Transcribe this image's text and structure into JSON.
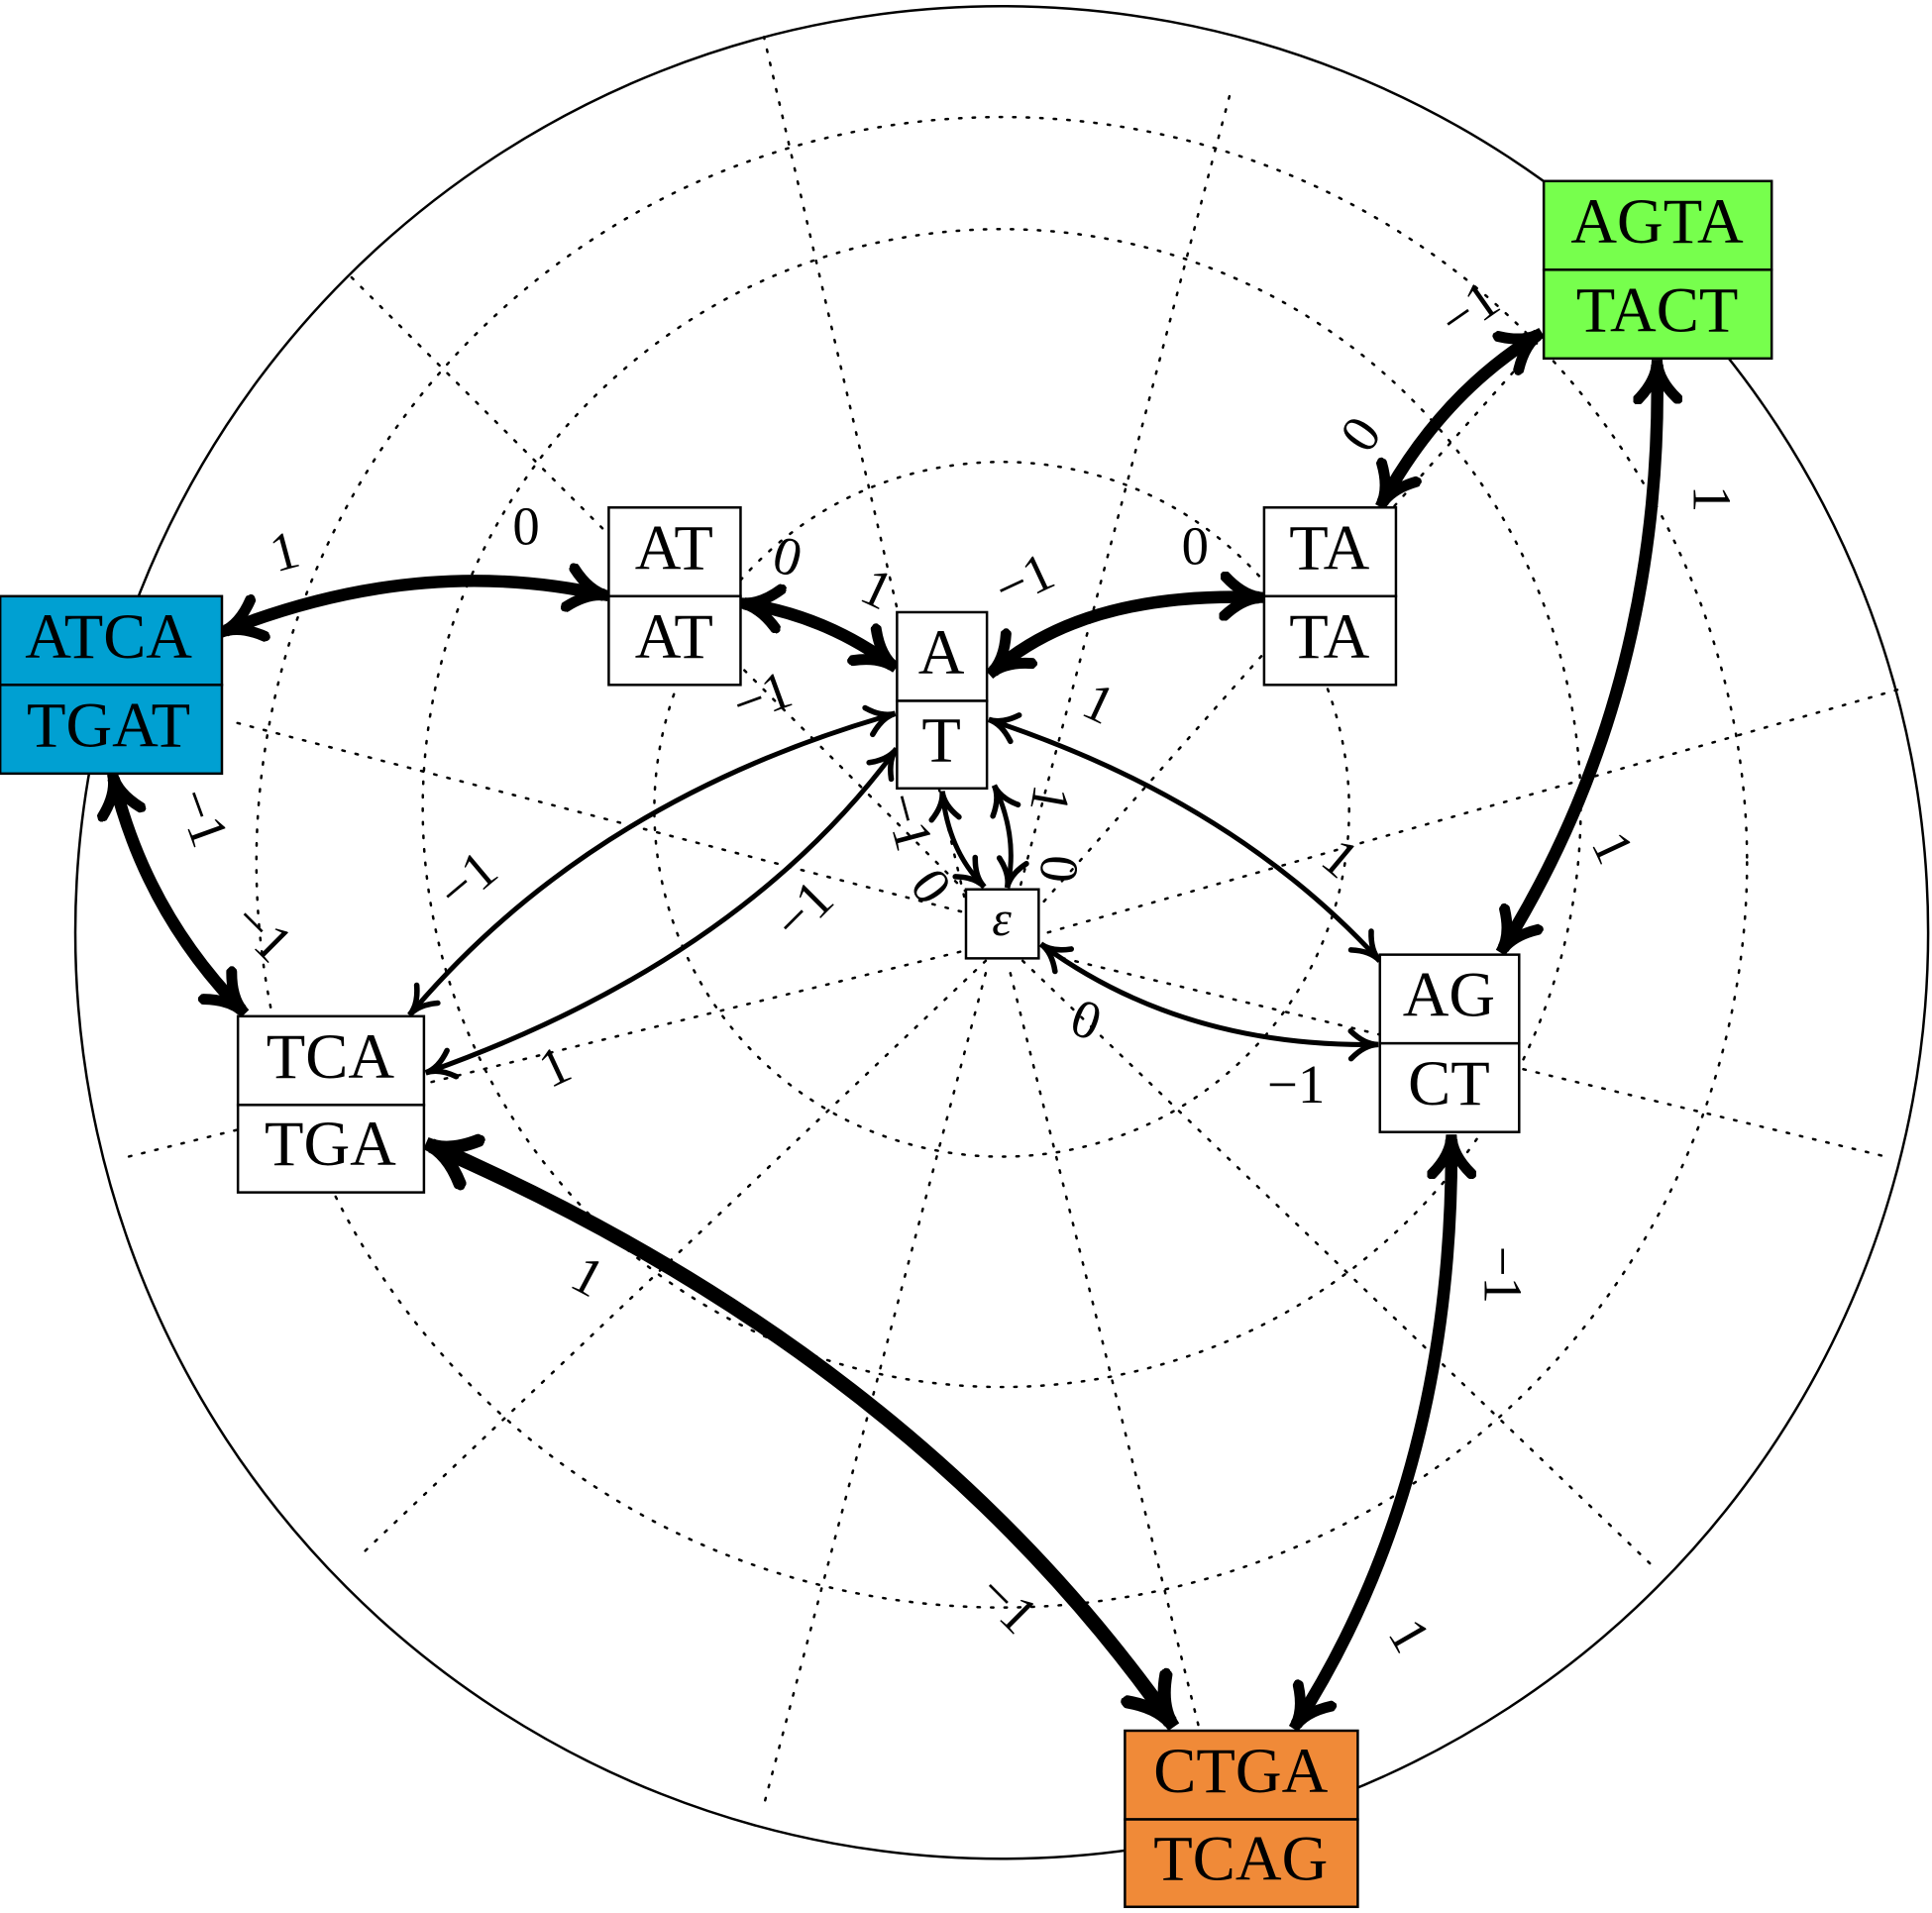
{
  "nodes": {
    "atca": {
      "top": "ATCA",
      "bottom": "TGAT",
      "fill": "#00a0d2"
    },
    "at": {
      "top": "AT",
      "bottom": "AT",
      "fill": "#ffffff"
    },
    "a": {
      "top": "A",
      "bottom": "T",
      "fill": "#ffffff"
    },
    "ta": {
      "top": "TA",
      "bottom": "TA",
      "fill": "#ffffff"
    },
    "agta": {
      "top": "AGTA",
      "bottom": "TACT",
      "fill": "#77ff4d"
    },
    "eps": {
      "label": "ε",
      "fill": "#ffffff"
    },
    "tca": {
      "top": "TCA",
      "bottom": "TGA",
      "fill": "#ffffff"
    },
    "ag": {
      "top": "AG",
      "bottom": "CT",
      "fill": "#ffffff"
    },
    "ctga": {
      "top": "CTGA",
      "bottom": "TCAG",
      "fill": "#f08a38"
    }
  },
  "edge_labels": {
    "atca_at_1": "1",
    "atca_at_2": "0",
    "at_a_1": "0",
    "at_a_2": "1",
    "a_ta_1": "−1",
    "a_ta_2": "0",
    "ta_agta_1": "0",
    "ta_agta_2": "−1",
    "agta_ag_1": "1",
    "agta_ag_2": "1",
    "atca_tca_1": "−1",
    "atca_tca_2": "−1",
    "tca_ctga_1": "1",
    "tca_ctga_2": "−1",
    "ag_ctga_1": "−1",
    "ag_ctga_2": "1",
    "t_tca_1": "−1",
    "t_tca_2": "−1",
    "t_tca_3": "−1",
    "t_tca_4": "1",
    "t_ag_1": "1",
    "t_ag_2": "1",
    "t_eps_1": "−1",
    "t_eps_2": "0",
    "t_eps_3": "1",
    "t_eps_4": "0",
    "eps_ag_1": "0",
    "eps_ag_2": "−1"
  }
}
